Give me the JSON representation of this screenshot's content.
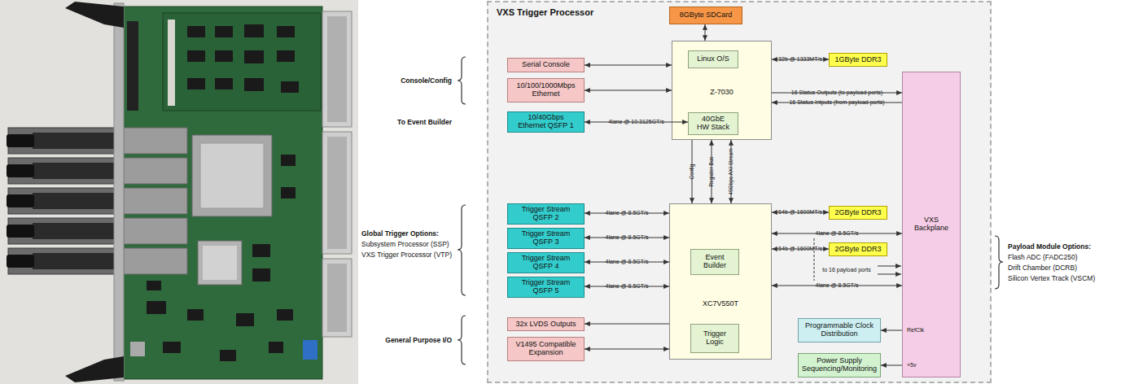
{
  "diagram": {
    "nodes": [
      {
        "text": [
          "VXS Trigger Processor"
        ]
      },
      {
        "text": [
          "8GByte SDCard"
        ],
        "in": 0
      },
      {
        "text": [
          "Serial Console"
        ],
        "in": 0
      },
      {
        "text": [
          "10/100/1000Mbps Ethernet"
        ],
        "in": 0
      },
      {
        "text": [
          "10/40Gbps Ethernet QSFP 1"
        ],
        "in": 0
      },
      {
        "text": [
          "Z-7030"
        ],
        "in": 0
      },
      {
        "text": [
          "Linux O/S"
        ],
        "in": 5
      },
      {
        "text": [
          "40GbE HW Stack"
        ],
        "in": 5
      },
      {
        "text": [
          "1GByte DDR3"
        ],
        "in": 0
      },
      {
        "text": [
          "VXS Backplane"
        ],
        "in": 0
      },
      {
        "text": [
          "Trigger Stream QSFP 2"
        ],
        "in": 0
      },
      {
        "text": [
          "Trigger Stream QSFP 3"
        ],
        "in": 0
      },
      {
        "text": [
          "Trigger Stream QSFP 4"
        ],
        "in": 0
      },
      {
        "text": [
          "Trigger Stream QSFP 5"
        ],
        "in": 0
      },
      {
        "text": [
          "XC7V550T"
        ],
        "in": 0
      },
      {
        "text": [
          "Event Builder"
        ],
        "in": 14
      },
      {
        "text": [
          "Trigger Logic"
        ],
        "in": 14
      },
      {
        "text": [
          "2GByte DDR3"
        ],
        "in": 0
      },
      {
        "text": [
          "2GByte DDR3"
        ],
        "in": 0
      },
      {
        "text": [
          "32x LVDS Outputs"
        ],
        "in": 0
      },
      {
        "text": [
          "V1495 Compatible Expansion"
        ],
        "in": 0
      },
      {
        "text": [
          "Programmable Clock Distribution"
        ],
        "in": 0
      },
      {
        "text": [
          "Power Supply Sequencing/Monitoring"
        ],
        "in": 0
      }
    ],
    "edges": [
      {
        "from": 1,
        "to": 5,
        "arrow": "both"
      },
      {
        "from": 2,
        "to": 5,
        "arrow": "both"
      },
      {
        "from": 3,
        "to": 5,
        "arrow": "both"
      },
      {
        "from": 4,
        "to": 7,
        "arrow": "both",
        "label": "4lane @ 10.3125GT/s"
      },
      {
        "from": 5,
        "to": 8,
        "arrow": "both",
        "label": "32b @ 1333MT/s"
      },
      {
        "from": 5,
        "to": 9,
        "arrow": "to",
        "label": "16 Status Outputs (to payload ports)"
      },
      {
        "from": 9,
        "to": 5,
        "arrow": "to",
        "label": "16 Status Intputs (from payload ports)"
      },
      {
        "from": 5,
        "to": 14,
        "arrow": "to",
        "label": "Config"
      },
      {
        "from": 5,
        "to": 14,
        "arrow": "both",
        "label": "Register Bus"
      },
      {
        "from": 5,
        "to": 14,
        "arrow": "both",
        "label": "40Gbps AXI Stream"
      },
      {
        "from": 10,
        "to": 14,
        "arrow": "both",
        "label": "4lane @ 8.5GT/s"
      },
      {
        "from": 11,
        "to": 14,
        "arrow": "both",
        "label": "4lane @ 8.5GT/s"
      },
      {
        "from": 12,
        "to": 14,
        "arrow": "both",
        "label": "4lane @ 8.5GT/s"
      },
      {
        "from": 13,
        "to": 14,
        "arrow": "both",
        "label": "4lane @ 8.5GT/s"
      },
      {
        "from": 14,
        "to": 17,
        "arrow": "both",
        "label": "64b @ 1600MT/s"
      },
      {
        "from": 14,
        "to": 18,
        "arrow": "both",
        "label": "64b @ 1600MT/s"
      },
      {
        "from": 14,
        "to": 9,
        "arrow": "both",
        "label": "4lane @ 8.5GT/s"
      },
      {
        "from": 14,
        "to": 9,
        "arrow": "both",
        "label": "4lane @ 8.5GT/s"
      },
      {
        "from": 14,
        "to": 19,
        "arrow": "to"
      },
      {
        "from": 14,
        "to": 20,
        "arrow": "both"
      },
      {
        "from": 9,
        "to": 21,
        "arrow": "to",
        "label": "RefClk"
      },
      {
        "from": 9,
        "to": 22,
        "arrow": "to",
        "label": "+5v"
      }
    ],
    "labels": [
      "Console/Config",
      "To Event Builder",
      "Global Trigger Options:",
      "Subsystem Processor (SSP)",
      "VXS Trigger Processor (VTP)",
      "General Purpose I/O",
      "Payload Module Options:",
      "Flash ADC (FADC250)",
      "Drift Chamber (DCRB)",
      "Silicon Vertex Track (VSCM)",
      "to 16 payload ports"
    ]
  }
}
